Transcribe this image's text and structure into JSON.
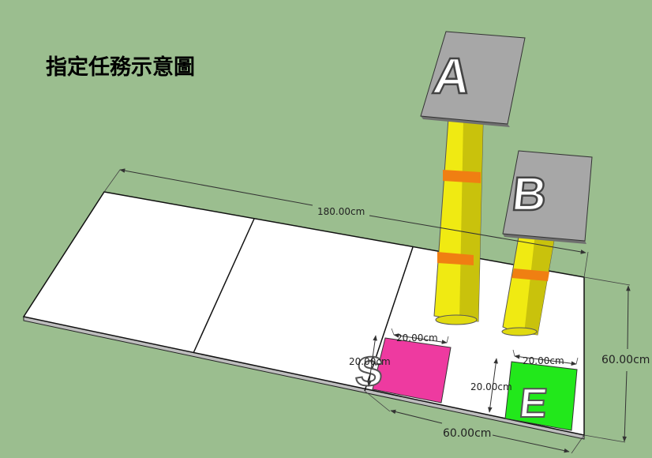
{
  "title": "指定任務示意圖",
  "dimensions": {
    "length_top": "180.00cm",
    "width_right": "60.00cm",
    "width_bottom": "60.00cm",
    "s_width": "20.00cm",
    "s_height": "20.00cm",
    "e_width": "20.00cm",
    "e_height": "20.00cm"
  },
  "markers": {
    "start": "S",
    "end": "E",
    "pillar_a": "A",
    "pillar_b": "B"
  },
  "colors": {
    "background": "#9bbe8f",
    "board": "#ffffff",
    "start_square": "#ee3aa0",
    "end_square": "#22e81b",
    "pillar": "#f0ea12",
    "pillar_band": "#f07f12",
    "sign": "#a7a7a7"
  }
}
